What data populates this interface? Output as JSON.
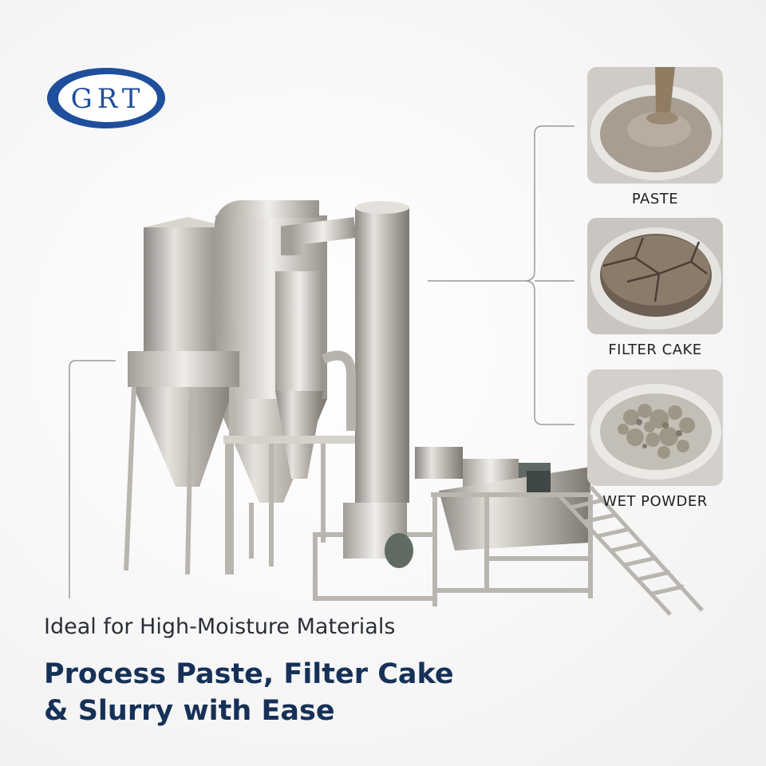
{
  "brand": {
    "logo_text": "GRT",
    "brand_color": "#1f4e9c"
  },
  "materials": [
    {
      "label": "PASTE",
      "icon": "paste-dish-icon"
    },
    {
      "label": "FILTER CAKE",
      "icon": "filter-cake-dish-icon"
    },
    {
      "label": "WET POWDER",
      "icon": "wet-powder-dish-icon"
    }
  ],
  "subtitle": "Ideal for High-Moisture Materials",
  "headline": {
    "line1": "Process Paste, Filter Cake",
    "line2": "& Slurry with Ease"
  },
  "colors": {
    "headline": "#163158",
    "subtitle": "#2b2f36",
    "line": "#9a9a9a"
  }
}
